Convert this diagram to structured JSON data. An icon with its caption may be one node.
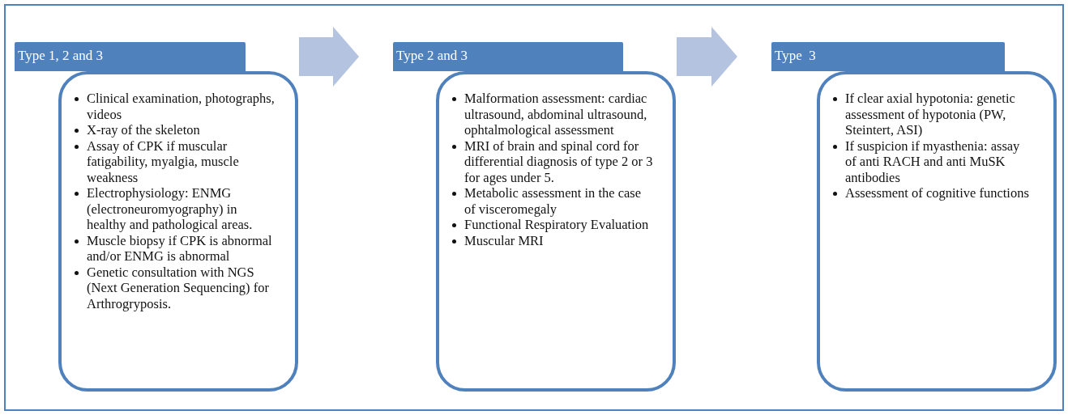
{
  "diagram": {
    "nodes": [
      {
        "text": [
          "Type 1, 2 and 3"
        ]
      },
      {
        "text": [
          "Clinical examination, photographs, videos",
          "X-ray of the skeleton",
          "Assay of CPK if muscular fatigability, myalgia, muscle weakness",
          "Electrophysiology: ENMG (electroneuromyography) in healthy and pathological areas.",
          "Muscle biopsy if CPK is abnormal and/or ENMG is abnormal",
          "Genetic consultation with NGS (Next Generation Sequencing) for Arthrogryposis."
        ]
      },
      {
        "text": [
          "Type 2 and 3"
        ]
      },
      {
        "text": [
          "Malformation assessment: cardiac ultrasound, abdominal ultrasound, ophtalmological assessment",
          "MRI of brain and spinal cord for differential diagnosis of type 2 or 3 for ages under 5.",
          "Metabolic assessment in the case of visceromegaly",
          "Functional Respiratory Evaluation",
          "Muscular MRI"
        ]
      },
      {
        "text": [
          "Type  3"
        ]
      },
      {
        "text": [
          "If clear axial hypotonia: genetic assessment of hypotonia (PW, Steintert, ASI)",
          "If suspicion if myasthenia: assay of anti RACH and anti MuSK antibodies",
          "Assessment of cognitive functions"
        ]
      }
    ],
    "edges": [
      {
        "from": 0,
        "to": 2,
        "arrow": "to",
        "style": "thick",
        "color": "#b3c3e0"
      },
      {
        "from": 2,
        "to": 4,
        "arrow": "to",
        "style": "thick",
        "color": "#b3c3e0"
      }
    ]
  }
}
